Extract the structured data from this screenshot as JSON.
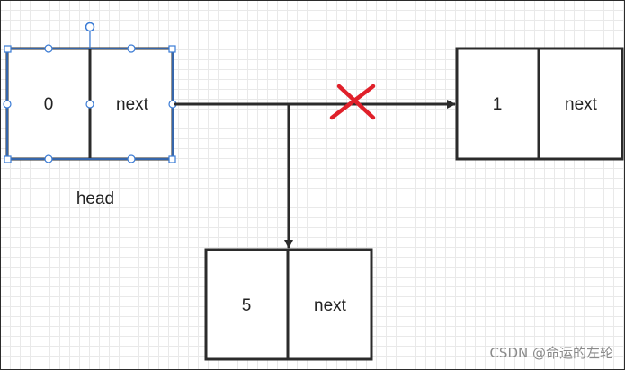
{
  "nodes": {
    "head_node": {
      "value": "0",
      "pointer": "next"
    },
    "node_one": {
      "value": "1",
      "pointer": "next"
    },
    "node_five": {
      "value": "5",
      "pointer": "next"
    }
  },
  "labels": {
    "head": "head"
  },
  "colors": {
    "box_stroke": "#2b2b2b",
    "selection": "#3a7bd5",
    "cross": "#e0202a",
    "grid": "#e9e9e9"
  },
  "watermark": "CSDN @命运的左轮"
}
